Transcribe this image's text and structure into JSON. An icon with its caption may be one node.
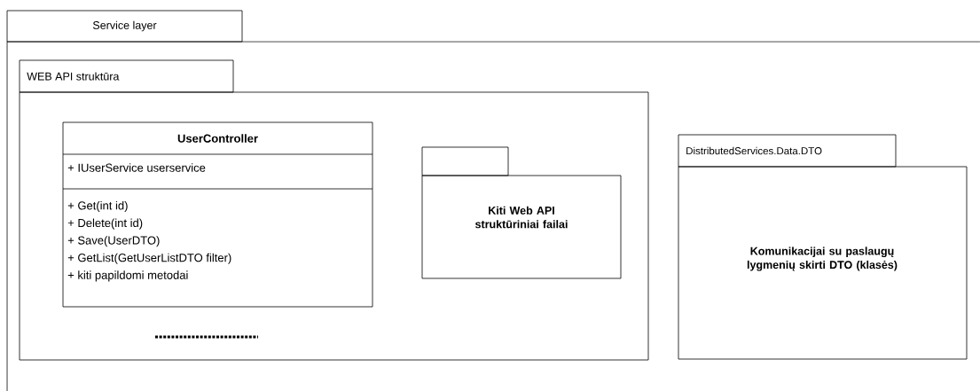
{
  "diagram": {
    "nodes": [
      {
        "text": [
          "Service layer"
        ]
      },
      {
        "text": [
          "WEB API struktūra"
        ],
        "in": 0
      },
      {
        "text": [
          "UserController",
          "+ IUserService userservice",
          "+ Get(int id)",
          "+ Delete(int id)",
          "+ Save(UserDTO)",
          "+ GetList(GetUserListDTO filter)",
          "+ kiti papildomi metodai"
        ],
        "in": 1
      },
      {
        "text": [
          "Kiti Web API struktūriniai failai"
        ],
        "in": 1
      },
      {
        "text": [
          "DistributedServices.Data.DTO",
          "Komunikacijai su paslaugų lygmenių skirti DTO (klasės)"
        ],
        "in": 0
      }
    ],
    "edges": []
  }
}
